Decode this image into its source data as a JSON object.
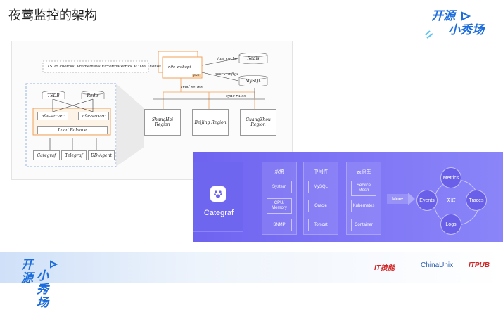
{
  "header": {
    "title": "夜莺监控的架构",
    "brand_line1": "开源",
    "brand_line2": "小秀场"
  },
  "diagram": {
    "tsdb_choices": "TSDB choices: Prometheus VictoriaMetrics M3DB Thanos...",
    "tsdb": "TSDB",
    "redis_left": "Redis",
    "n9e_server_1": "n9e-server",
    "n9e_server_2": "n9e-server",
    "load_balance": "Load Balance",
    "agents": [
      "Categraf",
      "Telegraf",
      "DD-Agent"
    ],
    "webapi": "n9e-webapi",
    "pub": "pub",
    "just_cache": "just cache",
    "user_configs": "user configs",
    "redis_right": "Redis",
    "mysql": "MySQL",
    "read_series": "read series",
    "sync_rules": "sync rules",
    "regions": [
      "ShangHai\nRegion",
      "BeiJing Region",
      "GuangZhou\nRegion"
    ]
  },
  "panel": {
    "categraf": "Categraf",
    "columns": [
      {
        "header": "系统",
        "items": [
          "System",
          "CPU/\nMemory",
          "SNMP"
        ]
      },
      {
        "header": "中间件",
        "items": [
          "MySQL",
          "Oracle",
          "Tomcat"
        ]
      },
      {
        "header": "云原生",
        "items": [
          "Service\nMesh",
          "Kubernetes",
          "Container"
        ]
      }
    ],
    "more": "More",
    "nodes": {
      "metrics": "Metrics",
      "events": "Events",
      "traces": "Traces",
      "logs": "Logs"
    },
    "center": "关联"
  },
  "footer": {
    "brand_line1": "开源",
    "brand_line2": "小秀场",
    "sponsors": [
      "IT技能",
      "ChinaUnix",
      "ITPUB"
    ]
  },
  "colors": {
    "accent_blue": "#1c6ddb",
    "panel_purple": "#6d63f0",
    "orange": "#f0a05a"
  }
}
